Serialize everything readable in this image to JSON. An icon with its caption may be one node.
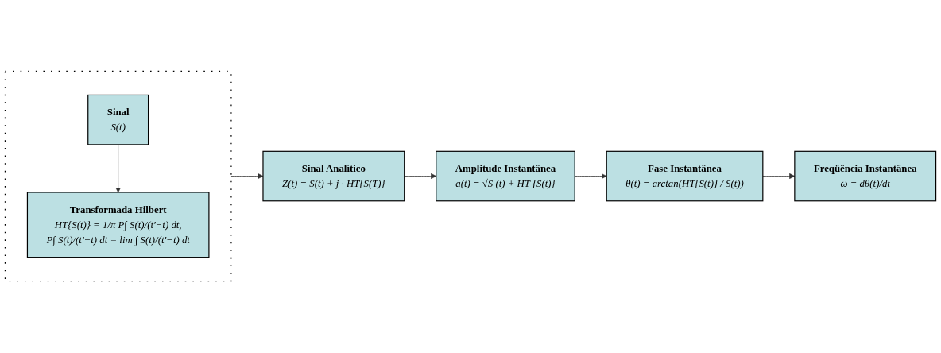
{
  "diagram": {
    "nodes": [
      {
        "text": [],
        "shape": "brace"
      },
      {
        "text": [
          "Sinal",
          "S(t)"
        ],
        "in": 0
      },
      {
        "text": [
          "Transformada Hilbert",
          "HT{S(t)} = 1/π P∫ S(t)/(t'−t) dt,",
          "P∫ S(t)/(t'−t) dt = lim ∫ S(t)/(t'−t) dt"
        ],
        "in": 0
      },
      {
        "text": [
          "Sinal Analítico",
          "Z(t) = S(t) + j · HT{S(T)}"
        ]
      },
      {
        "text": [
          "Amplitude Instantânea",
          "a(t) = √S (t) + HT {S(t)}"
        ]
      },
      {
        "text": [
          "Fase Instantânea",
          "θ(t) = arctan(HT{S(t)} / S(t))"
        ]
      },
      {
        "text": [
          "Freqüência Instantânea",
          "ω = dθ(t)/dt"
        ]
      }
    ],
    "edges": [
      {
        "from": 1,
        "to": 2,
        "arrow": "to"
      },
      {
        "from": 0,
        "to": 3,
        "arrow": "to"
      },
      {
        "from": 3,
        "to": 4,
        "arrow": "to"
      },
      {
        "from": 4,
        "to": 5,
        "arrow": "to"
      },
      {
        "from": 5,
        "to": 6,
        "arrow": "to"
      }
    ]
  }
}
